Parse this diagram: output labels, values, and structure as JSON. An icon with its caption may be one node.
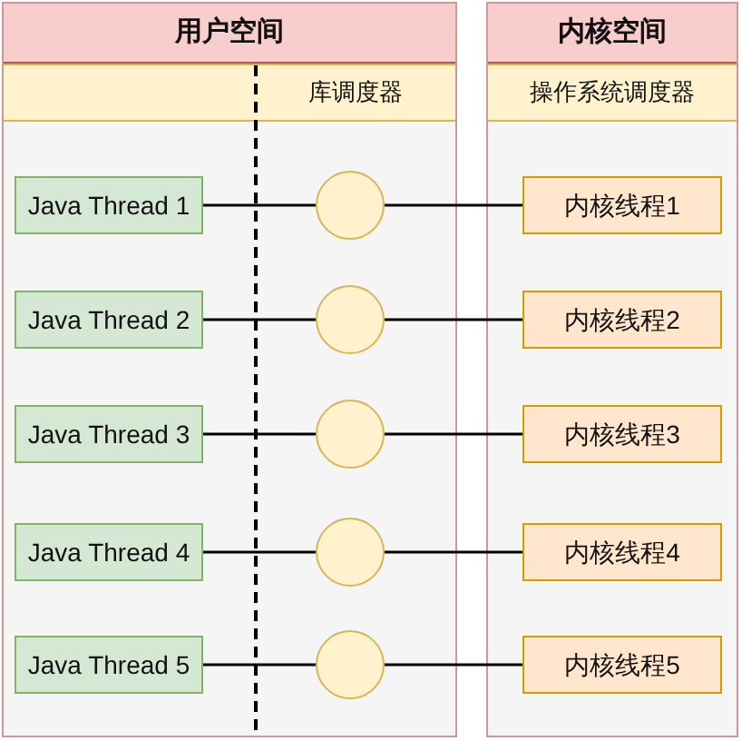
{
  "diagram": {
    "nodes": [
      {
        "text": [
          "用户空间"
        ]
      },
      {
        "text": [
          "库调度器"
        ],
        "in": 0
      },
      {
        "text": [
          "Java Thread 1"
        ],
        "in": 0
      },
      {
        "text": [
          "Java Thread 2"
        ],
        "in": 0
      },
      {
        "text": [
          "Java Thread 3"
        ],
        "in": 0
      },
      {
        "text": [
          "Java Thread 4"
        ],
        "in": 0
      },
      {
        "text": [
          "Java Thread 5"
        ],
        "in": 0
      },
      {
        "text": [],
        "shape": "circle",
        "in": 0
      },
      {
        "text": [],
        "shape": "circle",
        "in": 0
      },
      {
        "text": [],
        "shape": "circle",
        "in": 0
      },
      {
        "text": [],
        "shape": "circle",
        "in": 0
      },
      {
        "text": [],
        "shape": "circle",
        "in": 0
      },
      {
        "text": [
          "内核空间"
        ]
      },
      {
        "text": [
          "操作系统调度器"
        ],
        "in": 12
      },
      {
        "text": [
          "内核线程1"
        ],
        "in": 12
      },
      {
        "text": [
          "内核线程2"
        ],
        "in": 12
      },
      {
        "text": [
          "内核线程3"
        ],
        "in": 12
      },
      {
        "text": [
          "内核线程4"
        ],
        "in": 12
      },
      {
        "text": [
          "内核线程5"
        ],
        "in": 12
      }
    ],
    "edges": [
      {
        "from": 2,
        "to": 7,
        "arrow": "none"
      },
      {
        "from": 7,
        "to": 14,
        "arrow": "none"
      },
      {
        "from": 3,
        "to": 8,
        "arrow": "none"
      },
      {
        "from": 8,
        "to": 15,
        "arrow": "none"
      },
      {
        "from": 4,
        "to": 9,
        "arrow": "none"
      },
      {
        "from": 9,
        "to": 16,
        "arrow": "none"
      },
      {
        "from": 5,
        "to": 10,
        "arrow": "none"
      },
      {
        "from": 10,
        "to": 17,
        "arrow": "none"
      },
      {
        "from": 6,
        "to": 11,
        "arrow": "none"
      },
      {
        "from": 11,
        "to": 18,
        "arrow": "none"
      }
    ]
  }
}
